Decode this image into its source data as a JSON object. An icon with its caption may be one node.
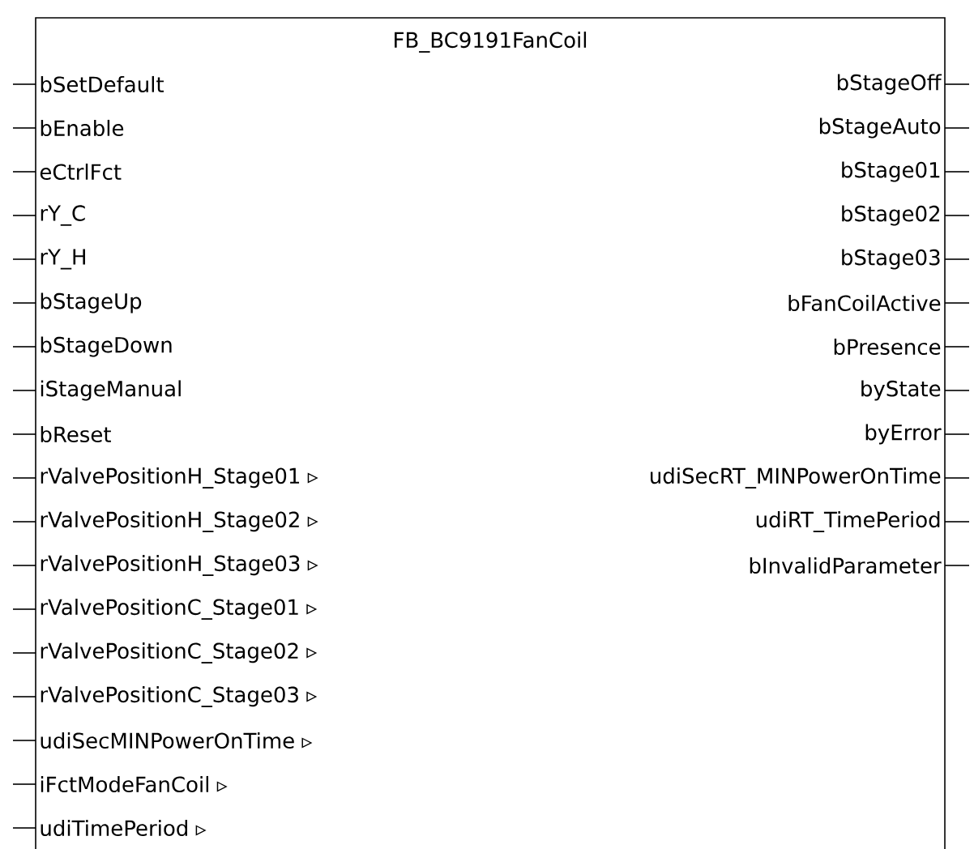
{
  "diagram": {
    "nodes": [
      {
        "text": [
          "FB_BC9191FanCoil"
        ]
      }
    ],
    "labels": [
      "bSetDefault",
      "bStageOff",
      "bEnable",
      "bStageAuto",
      "eCtrlFct",
      "bStage01",
      "rY_C",
      "bStage02",
      "rY_H",
      "bStage03",
      "bStageUp",
      "bFanCoilActive",
      "bStageDown",
      "bPresence",
      "iStageManual",
      "byState",
      "bReset",
      "byError",
      "rValvePositionH_Stage01 ▹",
      "udiSecRT_MINPowerOnTime",
      "rValvePositionH_Stage02 ▹",
      "udiRT_TimePeriod",
      "rValvePositionH_Stage03 ▹",
      "bInvalidParameter",
      "rValvePositionC_Stage01 ▹",
      "rValvePositionC_Stage02 ▹",
      "rValvePositionC_Stage03 ▹",
      "udiSecMINPowerOnTime ▹",
      "iFctModeFanCoil ▹",
      "udiTimePeriod ▹"
    ]
  }
}
